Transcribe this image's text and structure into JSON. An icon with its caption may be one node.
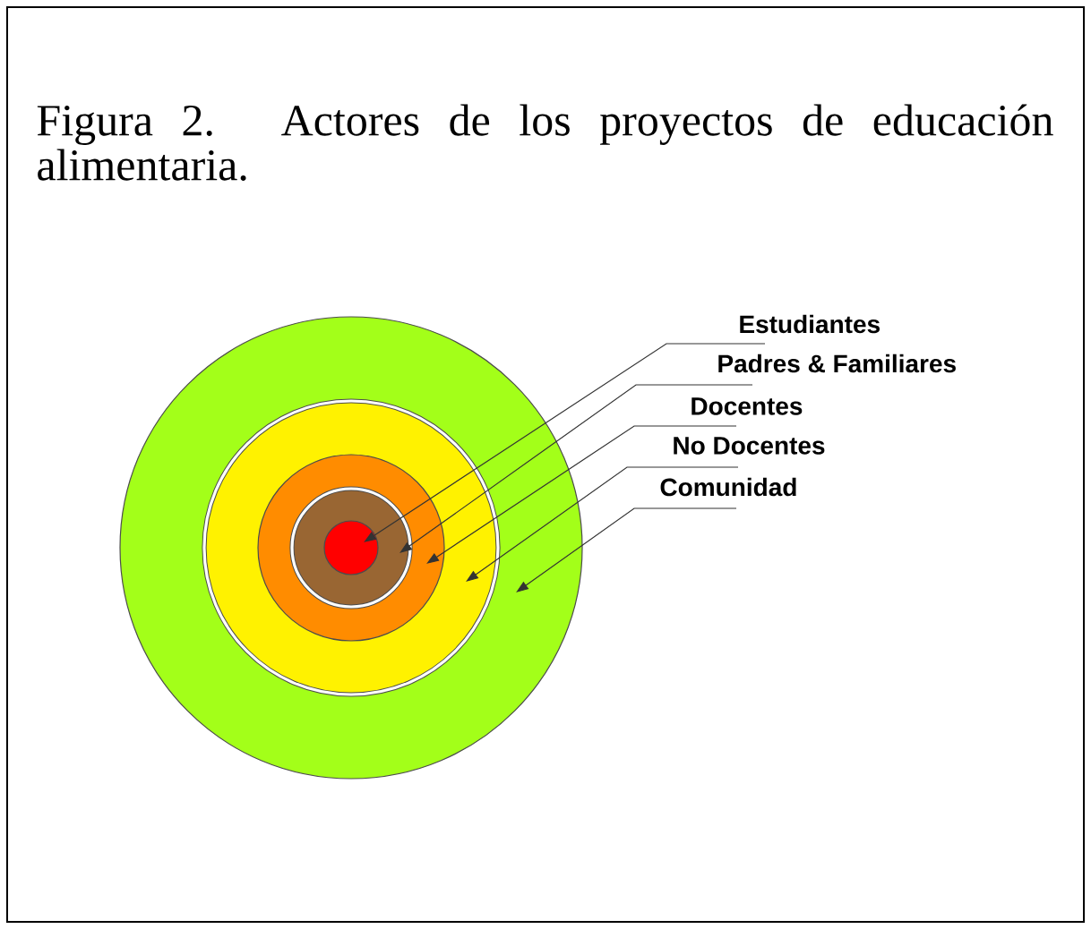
{
  "diagram": {
    "title": "Figura 2. Actores de los proyectos de educación alimentaria.",
    "nodes": [
      {
        "text": [],
        "shape": "circle"
      },
      {
        "text": [],
        "shape": "circle",
        "in": 0
      },
      {
        "text": [],
        "shape": "circle",
        "in": 1
      },
      {
        "text": [],
        "shape": "circle",
        "in": 2
      },
      {
        "text": [],
        "shape": "circle",
        "in": 3
      },
      {
        "text": [
          "Estudiantes"
        ]
      },
      {
        "text": [
          "Padres & Familiares"
        ]
      },
      {
        "text": [
          "Docentes"
        ]
      },
      {
        "text": [
          "No Docentes"
        ]
      },
      {
        "text": [
          "Comunidad"
        ]
      }
    ],
    "edges": [
      {
        "from": 5,
        "to": 4,
        "arrow": "to"
      },
      {
        "from": 6,
        "to": 3,
        "arrow": "to"
      },
      {
        "from": 7,
        "to": 2,
        "arrow": "to"
      },
      {
        "from": 8,
        "to": 1,
        "arrow": "to"
      },
      {
        "from": 9,
        "to": 0,
        "arrow": "to"
      }
    ]
  }
}
